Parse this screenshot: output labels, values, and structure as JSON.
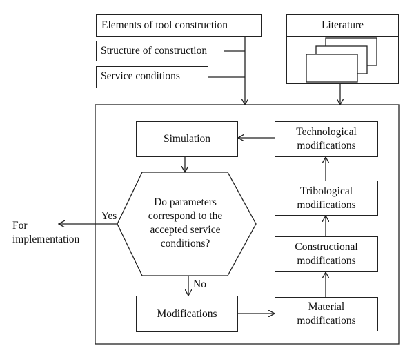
{
  "inputs": {
    "elements": "Elements of tool construction",
    "structure": "Structure of construction",
    "service": "Service conditions",
    "literature": "Literature"
  },
  "process": {
    "simulation": "Simulation",
    "decision": "Do parameters correspond to the accepted service conditions?",
    "modifications": "Modifications",
    "technological": "Technological modifications",
    "tribological": "Tribological modifications",
    "constructional": "Constructional modifications",
    "material": "Material modifications"
  },
  "labels": {
    "yes": "Yes",
    "no": "No",
    "output": "For implementation"
  }
}
